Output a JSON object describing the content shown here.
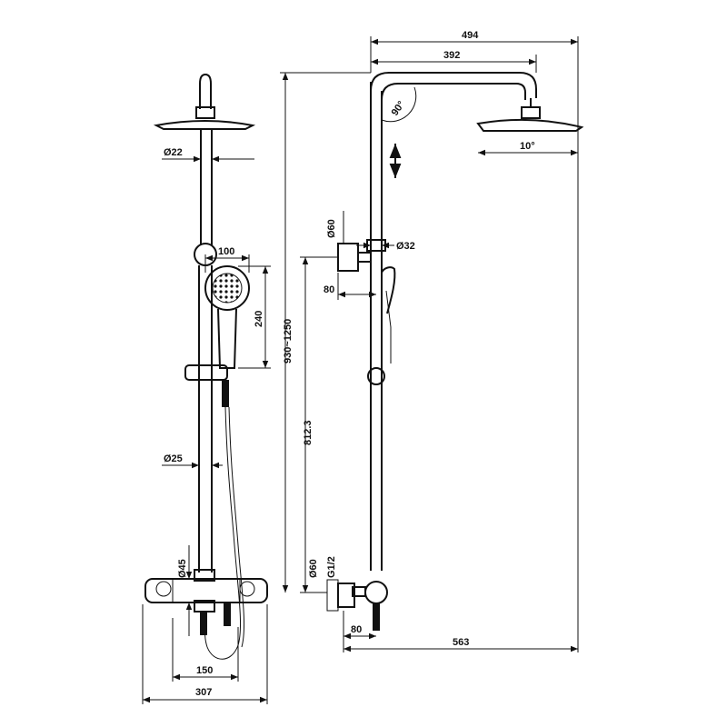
{
  "dimensions": {
    "top_total_width": "494",
    "arm_length": "392",
    "arm_angle": "90°",
    "head_tilt": "10°",
    "pipe_top_diameter": "Ø22",
    "hand_shower_width": "100",
    "hand_shower_length": "240",
    "height_range": "930~1250",
    "riser_diameter_lower": "Ø25",
    "valve_diameter": "Ø45",
    "inlet_spacing": "150",
    "mixer_width": "307",
    "bracket_diameter": "Ø60",
    "pipe_diameter_side": "Ø32",
    "bracket_offset": "80",
    "riser_height": "812.3",
    "wall_flange_diameter": "Ø60",
    "connection_thread": "G1/2",
    "bottom_offset": "80",
    "total_depth": "563"
  },
  "colors": {
    "line": "#111111",
    "background": "#ffffff"
  },
  "icons": {
    "adjust_arrow": "vertical-double-arrow-icon"
  }
}
